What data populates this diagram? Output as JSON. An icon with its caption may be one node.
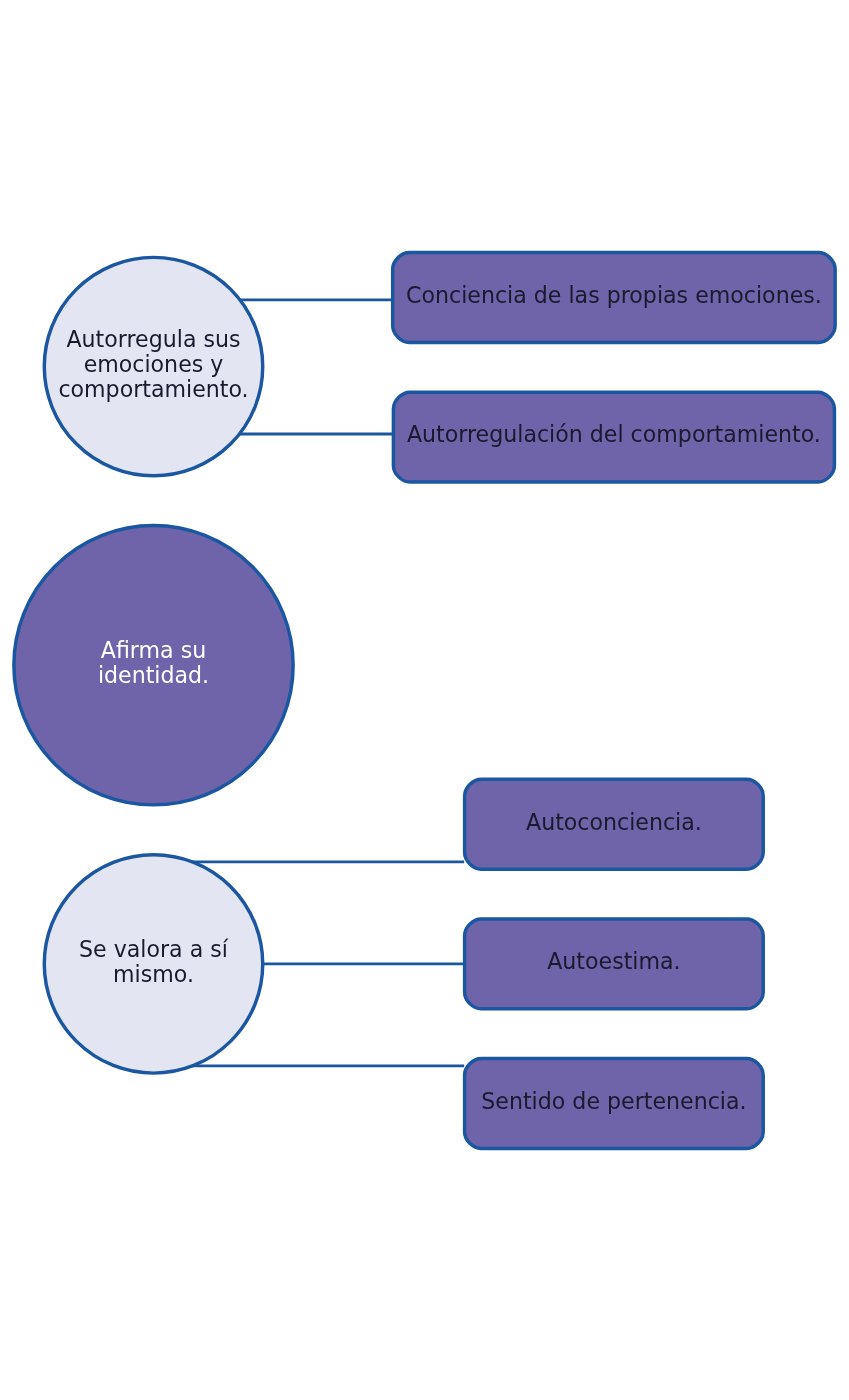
{
  "diagram": {
    "nodes": [
      {
        "text": [
          "Autoconciencia."
        ]
      },
      {
        "text": [
          "Autoestima."
        ]
      },
      {
        "text": [
          "Sentido de pertenencia."
        ]
      },
      {
        "text": [
          "Se valora a sí mismo."
        ]
      },
      {
        "text": [
          "Afirma su identidad."
        ]
      },
      {
        "text": [
          "Autorregula sus emociones y comportamiento."
        ]
      },
      {
        "text": [
          "Conciencia de las propias emociones."
        ]
      },
      {
        "text": [
          "Autorregulación del comportamiento."
        ]
      }
    ],
    "edges": [
      {
        "from": 3,
        "to": 0,
        "arrow": "none"
      },
      {
        "from": 3,
        "to": 1,
        "arrow": "none"
      },
      {
        "from": 3,
        "to": 2,
        "arrow": "none"
      },
      {
        "from": 5,
        "to": 6,
        "arrow": "none"
      },
      {
        "from": 5,
        "to": 7,
        "arrow": "none"
      }
    ]
  }
}
